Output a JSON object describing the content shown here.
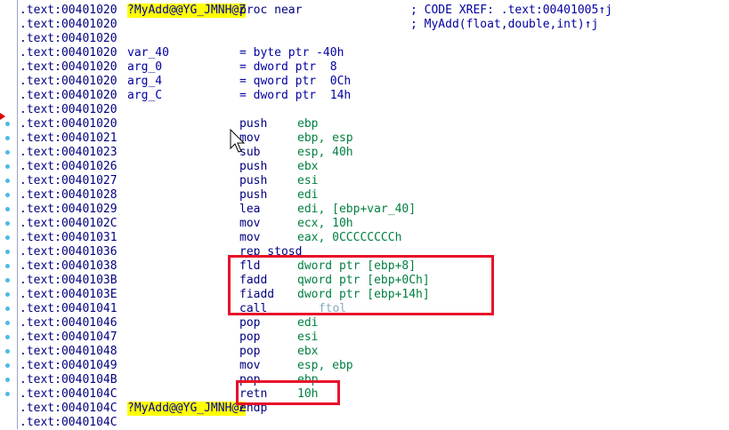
{
  "addr_prefix": ".text:",
  "lines": [
    {
      "addr": "00401020",
      "label": "?MyAdd@@YG_JMNH@Z",
      "label_hl": true,
      "op": "proc near",
      "cmt": "; CODE XREF: .text:00401005↑j"
    },
    {
      "addr": "00401020",
      "cmt": "; MyAdd(float,double,int)↑j"
    },
    {
      "addr": "00401020"
    },
    {
      "addr": "00401020",
      "label": "var_40",
      "eq": "= byte ptr -40h"
    },
    {
      "addr": "00401020",
      "label": "arg_0",
      "eq": "= dword ptr  8"
    },
    {
      "addr": "00401020",
      "label": "arg_4",
      "eq": "= qword ptr  0Ch"
    },
    {
      "addr": "00401020",
      "label": "arg_C",
      "eq": "= dword ptr  14h"
    },
    {
      "addr": "00401020"
    },
    {
      "addr": "00401020",
      "op": "push",
      "arg": "ebp",
      "dot": true
    },
    {
      "addr": "00401021",
      "op": "mov",
      "arg": "ebp, esp",
      "dot": true
    },
    {
      "addr": "00401023",
      "op": "sub",
      "arg": "esp, 40h",
      "dot": true
    },
    {
      "addr": "00401026",
      "op": "push",
      "arg": "ebx",
      "dot": true
    },
    {
      "addr": "00401027",
      "op": "push",
      "arg": "esi",
      "dot": true
    },
    {
      "addr": "00401028",
      "op": "push",
      "arg": "edi",
      "dot": true
    },
    {
      "addr": "00401029",
      "op": "lea",
      "arg": "edi, [ebp+var_40]",
      "dot": true
    },
    {
      "addr": "0040102C",
      "op": "mov",
      "arg": "ecx, 10h",
      "dot": true
    },
    {
      "addr": "00401031",
      "op": "mov",
      "arg": "eax, 0CCCCCCCCh",
      "dot": true
    },
    {
      "addr": "00401036",
      "op": "rep stosd",
      "dot": true
    },
    {
      "addr": "00401038",
      "op": "fld",
      "arg": "dword ptr [ebp+8]",
      "dot": true
    },
    {
      "addr": "0040103B",
      "op": "fadd",
      "arg": "qword ptr [ebp+0Ch]",
      "dot": true
    },
    {
      "addr": "0040103E",
      "op": "fiadd",
      "arg": "dword ptr [ebp+14h]",
      "dot": true
    },
    {
      "addr": "00401041",
      "op": "call",
      "arg": "_ftol",
      "arg_dim": true,
      "dot": true
    },
    {
      "addr": "00401046",
      "op": "pop",
      "arg": "edi",
      "dot": true
    },
    {
      "addr": "00401047",
      "op": "pop",
      "arg": "esi",
      "dot": true
    },
    {
      "addr": "00401048",
      "op": "pop",
      "arg": "ebx",
      "dot": true
    },
    {
      "addr": "00401049",
      "op": "mov",
      "arg": "esp, ebp",
      "dot": true
    },
    {
      "addr": "0040104B",
      "op": "pop",
      "arg": "ebp",
      "dot": true
    },
    {
      "addr": "0040104C",
      "op": "retn",
      "arg": "10h",
      "dot": true
    },
    {
      "addr": "0040104C",
      "label": "?MyAdd@@YG_JMNH@Z",
      "label_hl": true,
      "op": "endp"
    },
    {
      "addr": "0040104C"
    }
  ],
  "colors": {
    "highlight_box": "#e8102a",
    "label_highlight": "#ffff00",
    "address": "#000080",
    "operand": "#008040",
    "breakpoint_dot": "#4fb8e6"
  }
}
